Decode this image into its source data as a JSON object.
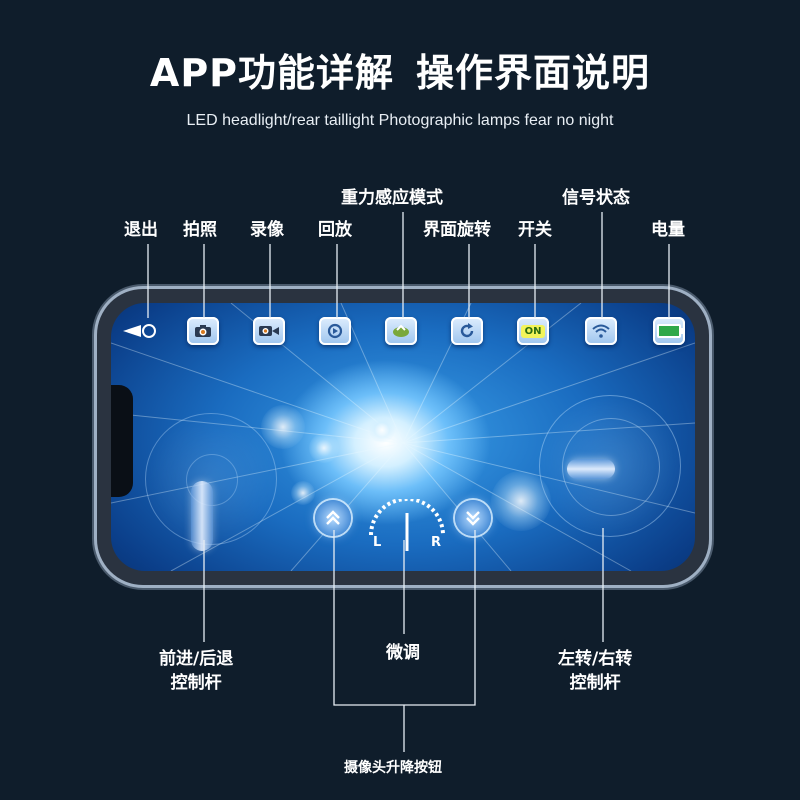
{
  "header": {
    "title_left": "APP功能详解",
    "title_right": "操作界面说明",
    "subtitle": "LED headlight/rear taillight Photographic lamps fear no night"
  },
  "callouts": {
    "gravity_mode": "重力感应模式",
    "signal_status": "信号状态",
    "exit": "退出",
    "photo": "拍照",
    "video": "录像",
    "playback": "回放",
    "rotate_ui": "界面旋转",
    "switch": "开关",
    "battery": "电量",
    "forward_back_line1": "前进/后退",
    "forward_back_line2": "控制杆",
    "trim": "微调",
    "turn_line1": "左转/右转",
    "turn_line2": "控制杆",
    "camera_lift": "摄像头升降按钮"
  },
  "app_ui": {
    "switch_state_label": "ON",
    "trim_left_label": "L",
    "trim_right_label": "R",
    "icons": [
      "exit-icon",
      "camera-icon",
      "video-camera-icon",
      "playback-icon",
      "gravity-sensor-icon",
      "rotate-icon",
      "power-switch-icon",
      "wifi-signal-icon",
      "battery-icon"
    ]
  },
  "colors": {
    "background": "#0f1d2b",
    "screen_blue": "#1a6cc0",
    "button_face": "#dfeefe",
    "switch_on": "#f3f45a"
  }
}
